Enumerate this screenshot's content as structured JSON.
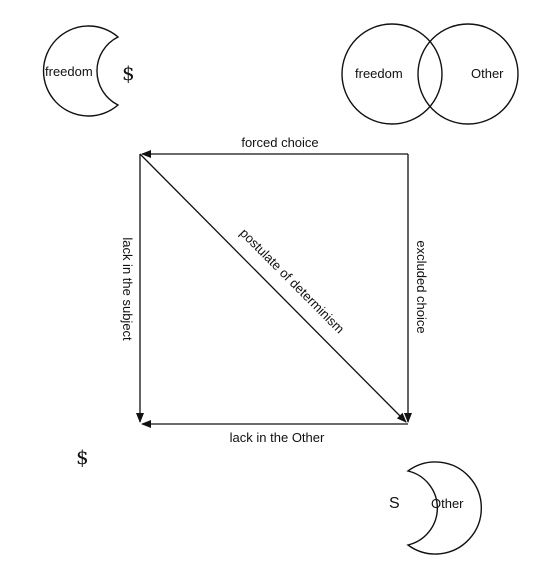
{
  "top_left": {
    "circle_label": "freedom",
    "barred_subject": "$"
  },
  "top_right": {
    "left_circle_label": "freedom",
    "right_circle_label": "Other"
  },
  "square": {
    "top_edge_label": "forced choice",
    "left_edge_label": "lack in the subject",
    "right_edge_label": "excluded choice",
    "bottom_edge_label": "lack in the Other",
    "diagonal_label": "postulate of determinism"
  },
  "bottom_left": {
    "barred_subject": "$"
  },
  "bottom_right": {
    "signifier": "S",
    "circle_label": "Other"
  }
}
